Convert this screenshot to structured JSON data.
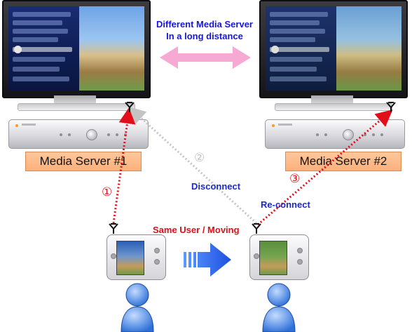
{
  "title": {
    "line1": "Different Media Server",
    "line2": "In a long distance"
  },
  "servers": [
    {
      "label": "Media Server #1"
    },
    {
      "label": "Media Server #2"
    }
  ],
  "steps": [
    {
      "number": "①",
      "color": "#e20e1a"
    },
    {
      "number": "②",
      "color": "#c4c4c4"
    },
    {
      "number": "③",
      "color": "#e20e1a"
    }
  ],
  "links": {
    "disconnect": "Disconnect",
    "reconnect": "Re-connect",
    "moving": "Same User / Moving"
  },
  "colors": {
    "title_blue": "#1717d8",
    "label_blue": "#1c2ac6",
    "red": "#e20e1a",
    "label_fill": "#fdb07a",
    "double_arrow": "#f6a9d2",
    "move_arrow": "#2a6ef2"
  },
  "icons": [
    "tv-icon",
    "media-server-icon",
    "antenna-icon",
    "handheld-device-icon",
    "user-icon",
    "double-arrow-icon",
    "right-arrow-icon"
  ]
}
